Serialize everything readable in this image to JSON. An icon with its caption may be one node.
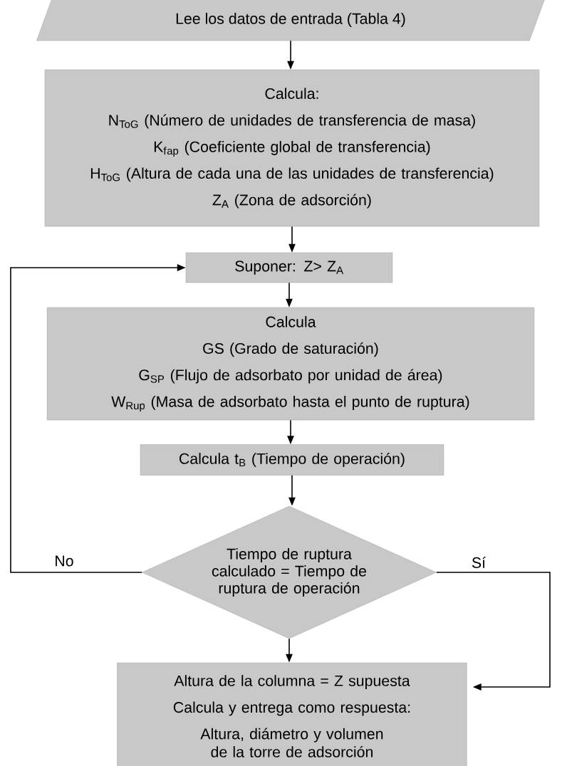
{
  "diagram": {
    "nodes": [
      {
        "text": [
          "Lee los datos de entrada (Tabla 4)"
        ]
      },
      {
        "text": [
          "Calcula:",
          "N$_{ToG}$ (Número de unidades de transferencia de masa)",
          "K$_{f}$$_{ap}$ (Coeficiente global de transferencia)",
          "H$_{ToG}$ (Altura de cada una de las unidades de transferencia)",
          "Z$_{A}$ (Zona de adsorción)"
        ]
      },
      {
        "text": [
          "Suponer: Z> Z$_{A}$"
        ]
      },
      {
        "text": [
          "Calcula",
          "GS (Grado de saturación)",
          "G$_{SP}$ (Flujo de adsorbato por unidad de área)",
          "W$_{Rup}$ (Masa de adsorbato hasta el punto de ruptura)"
        ]
      },
      {
        "text": [
          "Calcula t$_{B}$ (Tiempo de operación)"
        ]
      },
      {
        "text": [
          "Tiempo de ruptura calculado = Tiempo de ruptura de operación"
        ]
      },
      {
        "text": [
          "Altura de la columna = Z supuesta",
          "Calcula y entrega como respuesta:",
          "Altura, diámetro y volumen de la torre de adsorción"
        ]
      }
    ],
    "edges": [
      {
        "from": 0,
        "to": 1,
        "arrow": "to"
      },
      {
        "from": 1,
        "to": 2,
        "arrow": "to"
      },
      {
        "from": 2,
        "to": 3,
        "arrow": "to"
      },
      {
        "from": 3,
        "to": 4,
        "arrow": "to"
      },
      {
        "from": 4,
        "to": 5,
        "arrow": "to"
      },
      {
        "from": 5,
        "to": 2,
        "arrow": "to",
        "label": "No"
      },
      {
        "from": 5,
        "to": 6,
        "arrow": "to"
      },
      {
        "from": 5,
        "to": 6,
        "arrow": "to",
        "label": "Sí"
      }
    ]
  }
}
